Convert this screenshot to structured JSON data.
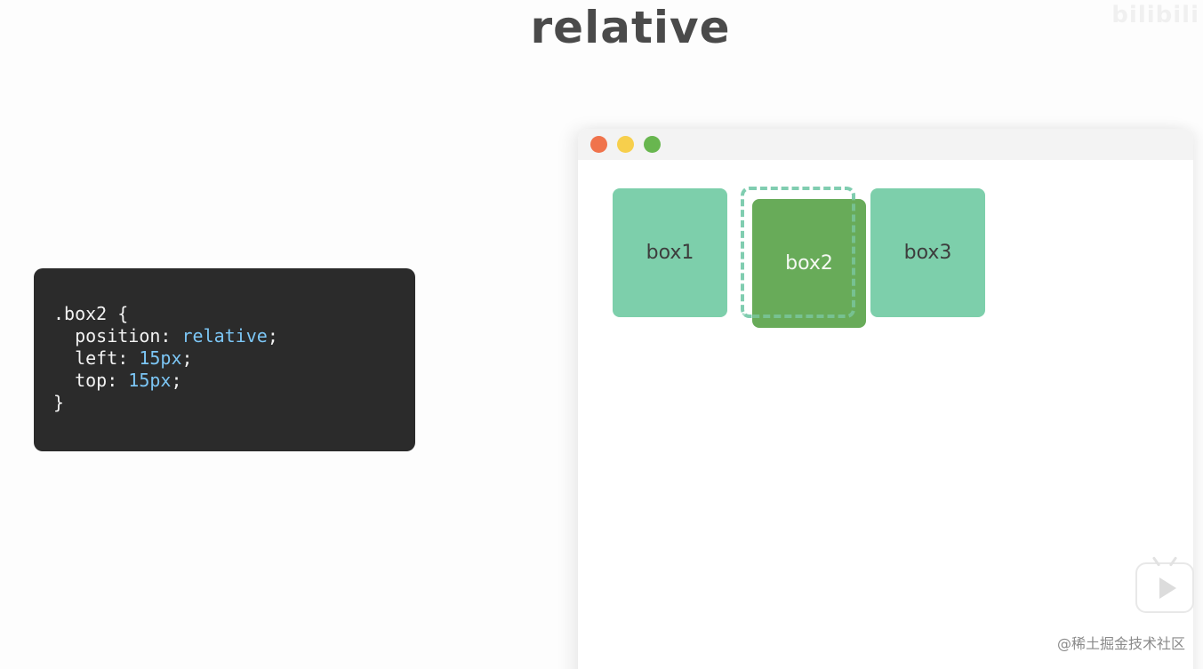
{
  "slide": {
    "title": "relative",
    "watermark_top": "bilibili"
  },
  "code": {
    "line1": ".box2 {",
    "line2_prop": "  position: ",
    "line2_val": "relative",
    "line2_end": ";",
    "line3_prop": "  left: ",
    "line3_val": "15px",
    "line3_end": ";",
    "line4_prop": "  top: ",
    "line4_val": "15px",
    "line4_end": ";",
    "line5": "}"
  },
  "demo": {
    "box1": "box1",
    "box2": "box2",
    "box3": "box3"
  },
  "overlay": {
    "watermark_bottom": "@稀土掘金技术社区",
    "play_icon": "play-icon"
  },
  "colors": {
    "box_static": "#7dcfab",
    "box_relative": "#68ab59",
    "code_value": "#7cc6f5",
    "dot_red": "#f0734c",
    "dot_yellow": "#f7cf4c",
    "dot_green": "#68b64f"
  }
}
